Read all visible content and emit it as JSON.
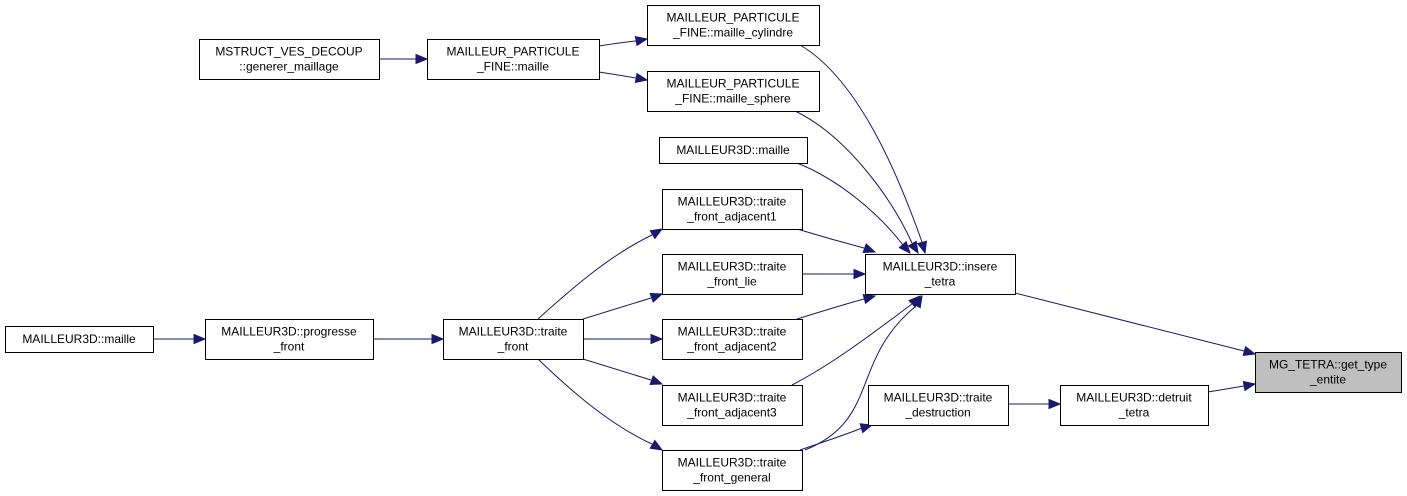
{
  "diagram": {
    "type": "caller-graph",
    "colors": {
      "edge": "#191970",
      "node_fill": "#ffffff",
      "node_border": "#000000",
      "focus_fill": "#bfbfbf"
    },
    "nodes": [
      {
        "id": "mstruct_generer",
        "lines": [
          "MSTRUCT_VES_DECOUP",
          "::generer_maillage"
        ]
      },
      {
        "id": "mpf_maille",
        "lines": [
          "MAILLEUR_PARTICULE",
          "_FINE::maille"
        ]
      },
      {
        "id": "mpf_cylindre",
        "lines": [
          "MAILLEUR_PARTICULE",
          "_FINE::maille_cylindre"
        ]
      },
      {
        "id": "mpf_sphere",
        "lines": [
          "MAILLEUR_PARTICULE",
          "_FINE::maille_sphere"
        ]
      },
      {
        "id": "m3d_maille_top",
        "lines": [
          "MAILLEUR3D::maille"
        ]
      },
      {
        "id": "m3d_adj1",
        "lines": [
          "MAILLEUR3D::traite",
          "_front_adjacent1"
        ]
      },
      {
        "id": "m3d_lie",
        "lines": [
          "MAILLEUR3D::traite",
          "_front_lie"
        ]
      },
      {
        "id": "m3d_adj2",
        "lines": [
          "MAILLEUR3D::traite",
          "_front_adjacent2"
        ]
      },
      {
        "id": "m3d_adj3",
        "lines": [
          "MAILLEUR3D::traite",
          "_front_adjacent3"
        ]
      },
      {
        "id": "m3d_general",
        "lines": [
          "MAILLEUR3D::traite",
          "_front_general"
        ]
      },
      {
        "id": "m3d_maille_left",
        "lines": [
          "MAILLEUR3D::maille"
        ]
      },
      {
        "id": "m3d_progresse",
        "lines": [
          "MAILLEUR3D::progresse",
          "_front"
        ]
      },
      {
        "id": "m3d_traite_front",
        "lines": [
          "MAILLEUR3D::traite",
          "_front"
        ]
      },
      {
        "id": "m3d_insere",
        "lines": [
          "MAILLEUR3D::insere",
          "_tetra"
        ]
      },
      {
        "id": "m3d_destruction",
        "lines": [
          "MAILLEUR3D::traite",
          "_destruction"
        ]
      },
      {
        "id": "m3d_detruit",
        "lines": [
          "MAILLEUR3D::detruit",
          "_tetra"
        ]
      },
      {
        "id": "mg_get_type",
        "lines": [
          "MG_TETRA::get_type",
          "_entite"
        ],
        "focus": true
      }
    ],
    "edges": [
      {
        "from": "mstruct_generer",
        "to": "mpf_maille"
      },
      {
        "from": "mpf_maille",
        "to": "mpf_cylindre"
      },
      {
        "from": "mpf_maille",
        "to": "mpf_sphere"
      },
      {
        "from": "mpf_cylindre",
        "to": "m3d_insere"
      },
      {
        "from": "mpf_sphere",
        "to": "m3d_insere"
      },
      {
        "from": "m3d_maille_top",
        "to": "m3d_insere"
      },
      {
        "from": "m3d_adj1",
        "to": "m3d_insere"
      },
      {
        "from": "m3d_lie",
        "to": "m3d_insere"
      },
      {
        "from": "m3d_adj2",
        "to": "m3d_insere"
      },
      {
        "from": "m3d_adj3",
        "to": "m3d_insere"
      },
      {
        "from": "m3d_general",
        "to": "m3d_insere"
      },
      {
        "from": "m3d_general",
        "to": "m3d_destruction"
      },
      {
        "from": "m3d_maille_left",
        "to": "m3d_progresse"
      },
      {
        "from": "m3d_progresse",
        "to": "m3d_traite_front"
      },
      {
        "from": "m3d_traite_front",
        "to": "m3d_adj1"
      },
      {
        "from": "m3d_traite_front",
        "to": "m3d_lie"
      },
      {
        "from": "m3d_traite_front",
        "to": "m3d_adj2"
      },
      {
        "from": "m3d_traite_front",
        "to": "m3d_adj3"
      },
      {
        "from": "m3d_traite_front",
        "to": "m3d_general"
      },
      {
        "from": "m3d_insere",
        "to": "mg_get_type"
      },
      {
        "from": "m3d_destruction",
        "to": "m3d_detruit"
      },
      {
        "from": "m3d_detruit",
        "to": "mg_get_type"
      }
    ]
  }
}
